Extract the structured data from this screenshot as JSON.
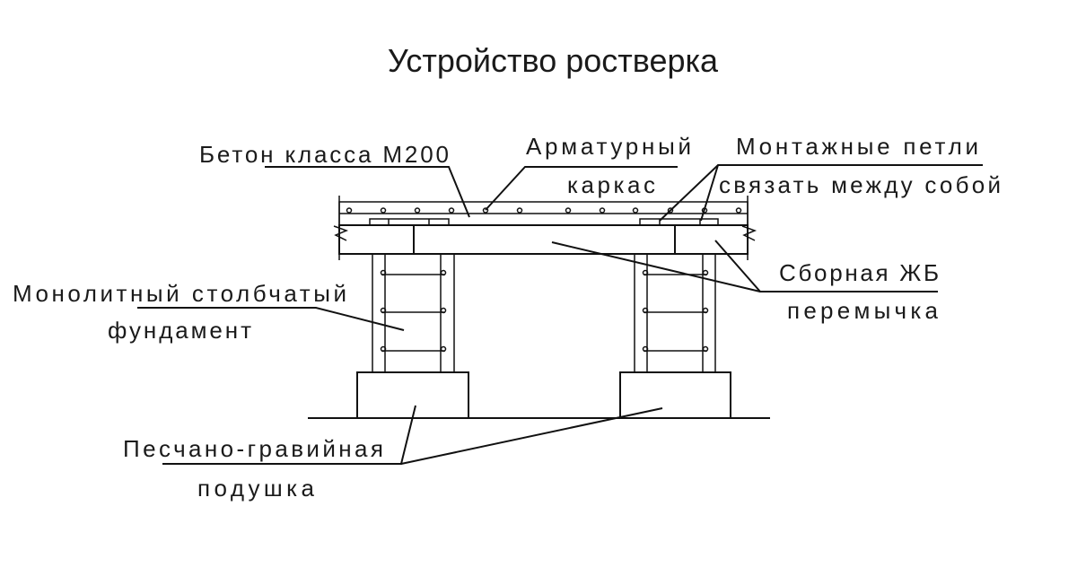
{
  "title": "Устройство ростверка",
  "labels": {
    "concrete": "Бетон класса М200",
    "rebar_line1": "Арматурный",
    "rebar_line2": "каркас",
    "loops_line1": "Монтажные петли",
    "loops_line2": "связать между собой",
    "beam_line1": "Сборная ЖБ",
    "beam_line2": "перемычка",
    "column_line1": "Монолитный столбчатый",
    "column_line2": "фундамент",
    "cushion_line1": "Песчано-гравийная",
    "cushion_line2": "подушка"
  },
  "colors": {
    "concrete": "#d3dfc3",
    "cushion": "#d6cd8a",
    "outline": "#111111"
  }
}
